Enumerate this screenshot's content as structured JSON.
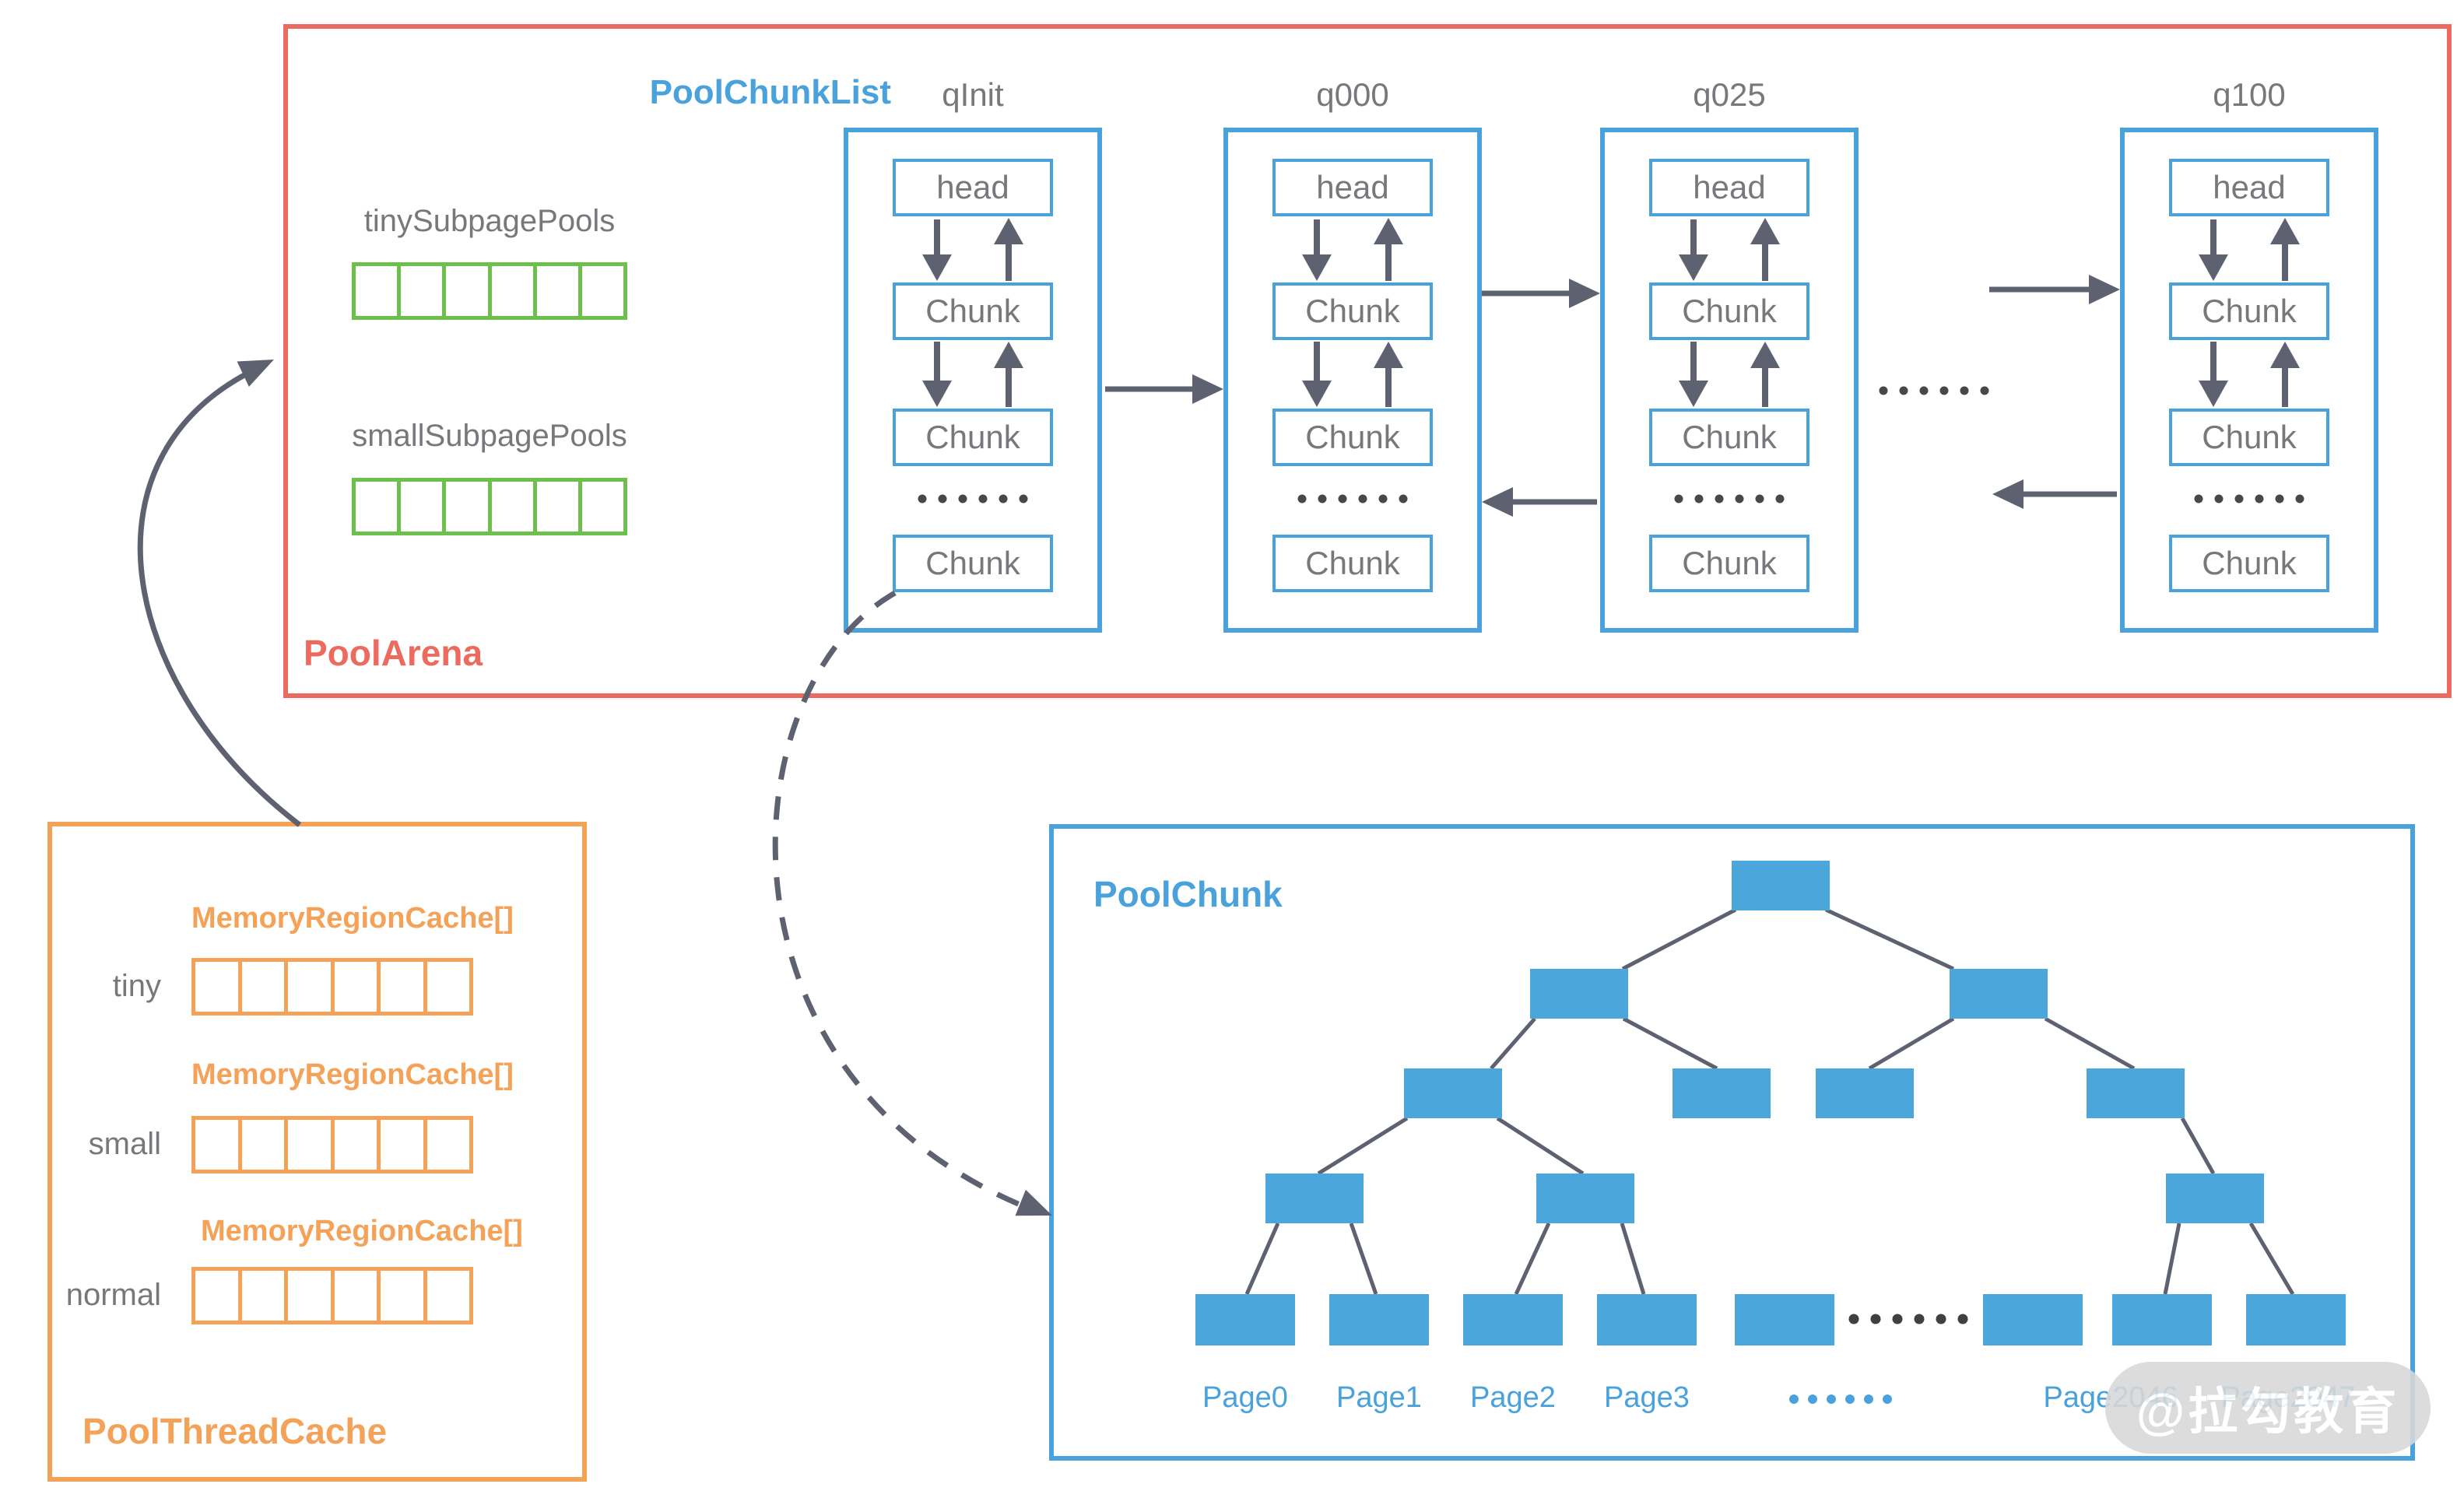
{
  "diagram": {
    "pool_arena": {
      "title": "PoolArena",
      "tiny_subpage_pools_label": "tinySubpagePools",
      "small_subpage_pools_label": "smallSubpagePools",
      "subpage_grid_cells": 6,
      "pool_chunk_list_label": "PoolChunkList",
      "chunk_lists": [
        {
          "label": "qInit",
          "head": "head",
          "chunk": "Chunk",
          "ellipsis": "……"
        },
        {
          "label": "q000",
          "head": "head",
          "chunk": "Chunk",
          "ellipsis": "……"
        },
        {
          "label": "q025",
          "head": "head",
          "chunk": "Chunk",
          "ellipsis": "……"
        },
        {
          "label": "q100",
          "head": "head",
          "chunk": "Chunk",
          "ellipsis": "……"
        }
      ],
      "between_lists_ellipsis": "……"
    },
    "pool_thread_cache": {
      "title": "PoolThreadCache",
      "rows": [
        {
          "label": "tiny",
          "array_label": "MemoryRegionCache[]",
          "cells": 6
        },
        {
          "label": "small",
          "array_label": "MemoryRegionCache[]",
          "cells": 6
        },
        {
          "label": "normal",
          "array_label": "MemoryRegionCache[]",
          "cells": 6
        }
      ]
    },
    "pool_chunk": {
      "title": "PoolChunk",
      "page_labels": [
        "Page0",
        "Page1",
        "Page2",
        "Page3"
      ],
      "page_ellipsis": "……",
      "last_page_labels": [
        "Page2046",
        "Page2047"
      ]
    },
    "watermark": "@拉勾教育"
  },
  "colors": {
    "red": "#ED6A5F",
    "blue": "#4AA2DC",
    "tree_node_fill": "#4BA7DB",
    "green": "#6CC04B",
    "orange": "#F5A259",
    "gray_text": "#77787B",
    "arrow": "#5E6170",
    "dots_dark": "#47484B",
    "watermark_bg": "#D8D8D8"
  }
}
